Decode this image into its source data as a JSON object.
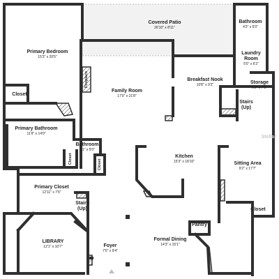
{
  "rooms": {
    "covered_patio": {
      "name": "Covered Patio",
      "dim": "26'10\" x 8'11\""
    },
    "bathroom_top": {
      "name": "Bathroom",
      "dim": "4'3\" x 5'0\""
    },
    "primary_bedroom": {
      "name": "Primary Bedroom",
      "dim": "15'3\" x 20'5\""
    },
    "laundry": {
      "name": "Laundry Room",
      "dim": "5'0\" x 6'2\""
    },
    "breakfast_nook": {
      "name": "Breakfast Nook",
      "dim": "10'8\" x 9'2\""
    },
    "storage": {
      "name": "Storage",
      "dim": "6'2\" x 7'3\""
    },
    "family_room": {
      "name": "Family Room",
      "dim": "17'0\" x 21'8\""
    },
    "stairs_up_right": {
      "name": "Stairs (Up)"
    },
    "closet_left": {
      "name": "Closet"
    },
    "primary_bathroom": {
      "name": "Primary Bathroom",
      "dim": "11'9\" x 14'0\""
    },
    "bathroom_mid": {
      "name": "Bathroom",
      "dim": "4'1\" x 5'0\""
    },
    "kitchen": {
      "name": "Kitchen",
      "dim": "15'3\" x 18'10\""
    },
    "sitting_area": {
      "name": "Sitting Area",
      "dim": "9'2\" x 17'7\""
    },
    "primary_closet": {
      "name": "Primary Closet",
      "dim": "12'11\" x 7'6\""
    },
    "stairs_up_left": {
      "name": "Stairs (Up)"
    },
    "closet_right": {
      "name": "Closet"
    },
    "library": {
      "name": "LIBRARY",
      "dim": "12'1\" x 10'7\""
    },
    "pantry": {
      "name": "Pantry"
    },
    "formal_dining": {
      "name": "Formal Dining",
      "dim": "14'3\" x 15'1\""
    },
    "foyer": {
      "name": "Foyer",
      "dim": "7'0\" x 9'4\""
    }
  },
  "labels": {
    "fireplace": "Fireplace",
    "closet_vert_a": "Closet",
    "closet_vert_b": "Closet"
  },
  "watermark": "Stellar"
}
